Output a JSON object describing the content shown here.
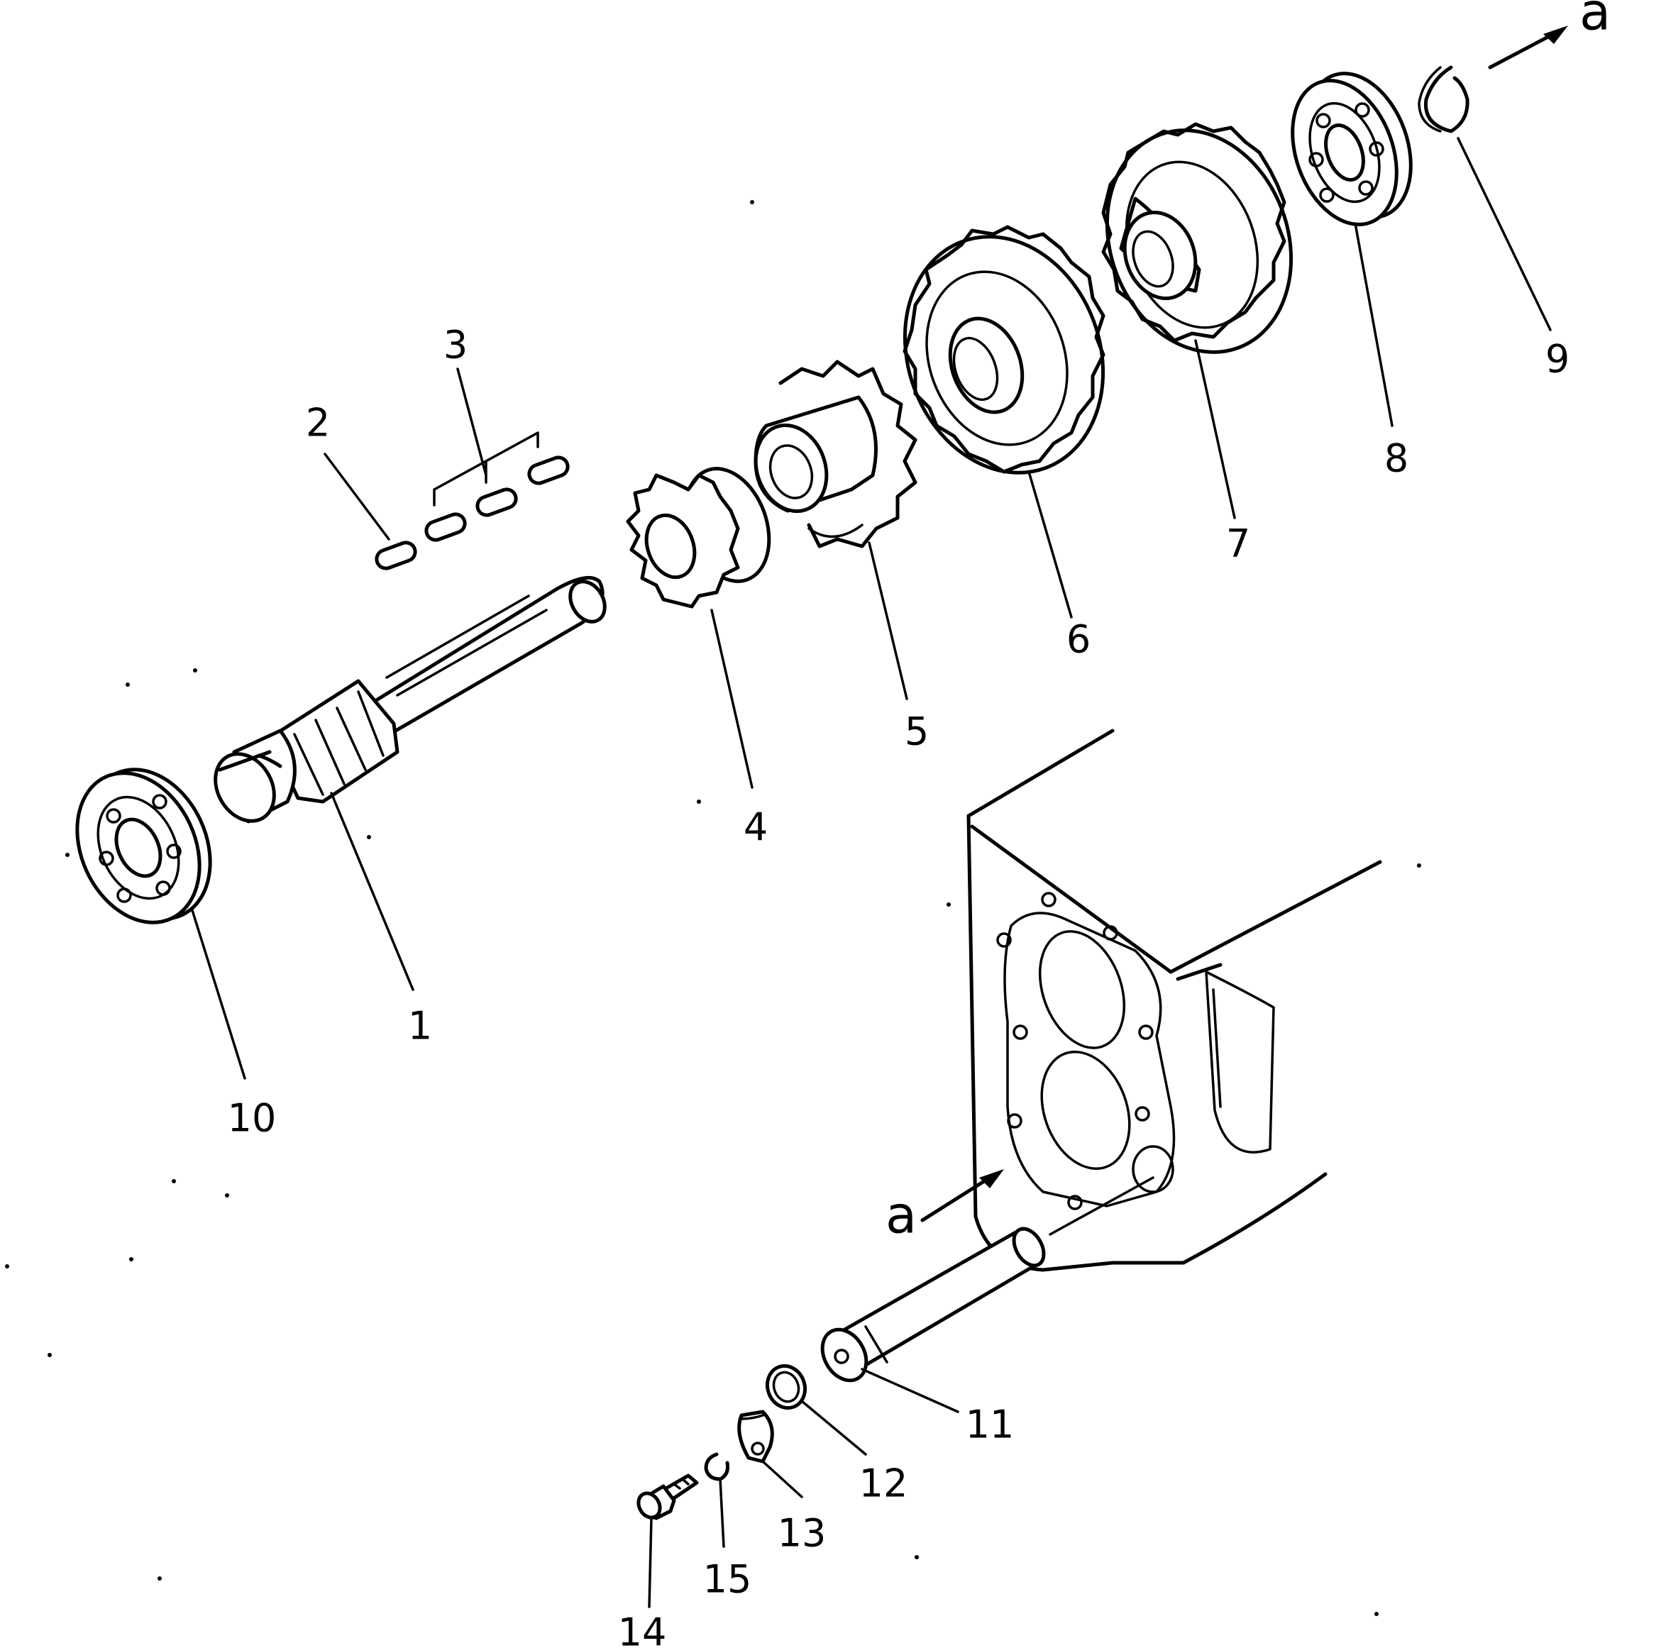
{
  "callouts": {
    "p1": "1",
    "p2": "2",
    "p3": "3",
    "p4": "4",
    "p5": "5",
    "p6": "6",
    "p7": "7",
    "p8": "8",
    "p9": "9",
    "p10": "10",
    "p11": "11",
    "p12": "12",
    "p13": "13",
    "p14": "14",
    "p15": "15"
  },
  "view_marker": {
    "top": "a",
    "bottom": "a"
  },
  "colors": {
    "ink": "#000000",
    "paper": "#ffffff"
  }
}
